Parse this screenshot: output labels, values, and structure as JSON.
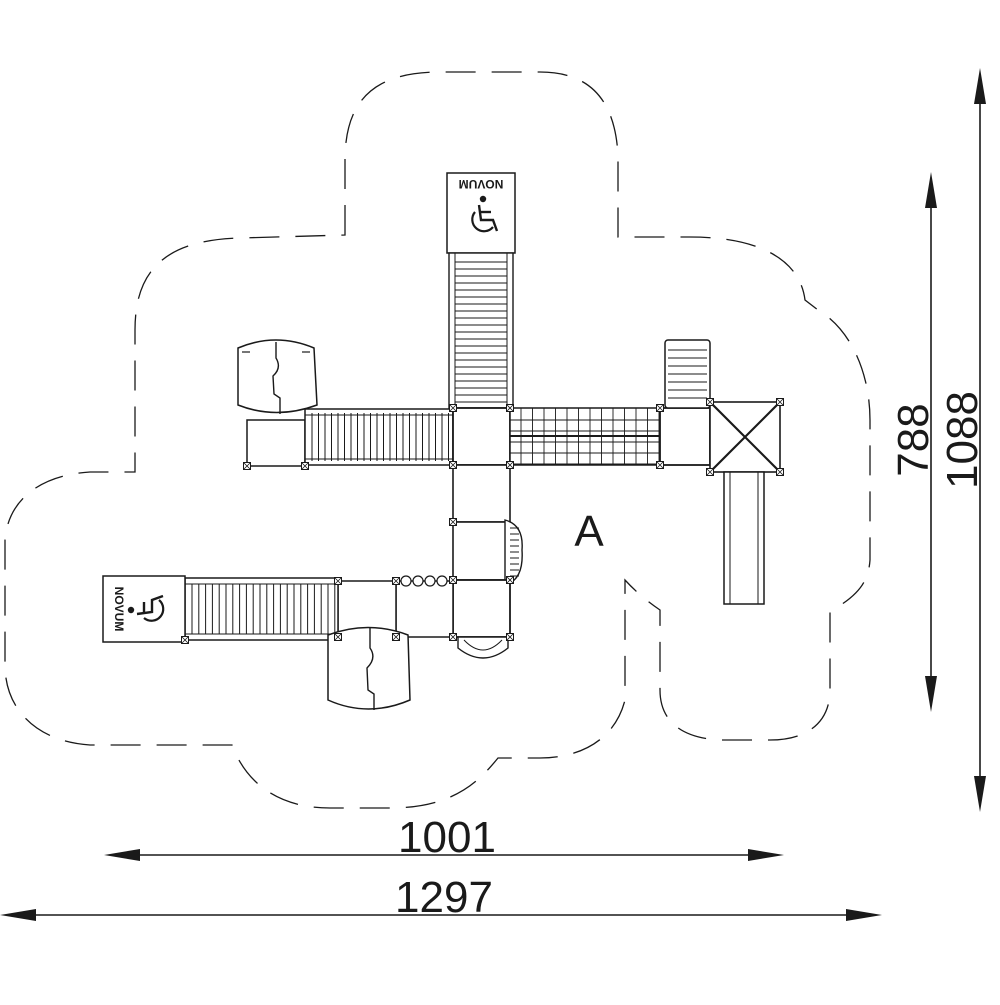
{
  "drawing": {
    "zone_label": "A",
    "brand_text": "NOVUM",
    "dimensions": {
      "width_inner": "1001",
      "width_outer": "1297",
      "height_inner": "788",
      "height_outer": "1088"
    }
  },
  "icons": {
    "accessibility": "wheelchair-icon",
    "arrow": "arrowhead-icon"
  },
  "colors": {
    "line": "#1a1a1a",
    "background": "#ffffff"
  }
}
